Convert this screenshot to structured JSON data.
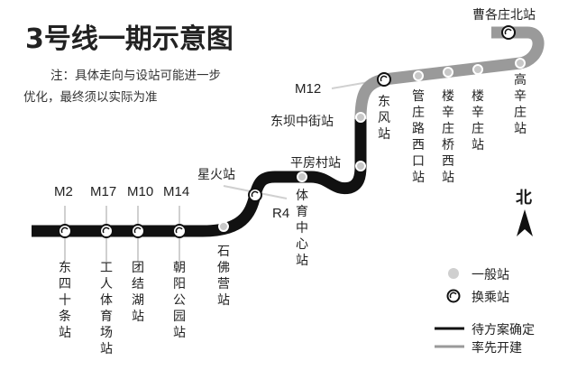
{
  "title": "3号线一期示意图",
  "note": "注：具体走向与设站可能进一步优化，最终须以实际为准",
  "colors": {
    "pending_line": "#111111",
    "first_build_line": "#9a9a9a",
    "normal_station": "#c8c8c8",
    "interchange_station": "#ffffff"
  },
  "stations": [
    {
      "name": "东四十条站",
      "type": "interchange",
      "transfer": "M2"
    },
    {
      "name": "工人体育场站",
      "type": "interchange",
      "transfer": "M17"
    },
    {
      "name": "团结湖站",
      "type": "interchange",
      "transfer": "M10"
    },
    {
      "name": "朝阳公园站",
      "type": "interchange",
      "transfer": "M14"
    },
    {
      "name": "石佛营站",
      "type": "normal"
    },
    {
      "name": "星火站",
      "type": "interchange",
      "transfer": "R4"
    },
    {
      "name": "体育中心站",
      "type": "normal"
    },
    {
      "name": "平房村站",
      "type": "normal"
    },
    {
      "name": "东坝中街站",
      "type": "normal"
    },
    {
      "name": "东风站",
      "type": "interchange",
      "transfer": "M12"
    },
    {
      "name": "管庄路西口站",
      "type": "normal"
    },
    {
      "name": "楼辛庄桥西站",
      "type": "normal"
    },
    {
      "name": "楼辛庄站",
      "type": "normal"
    },
    {
      "name": "高辛庄站",
      "type": "normal"
    },
    {
      "name": "曹各庄北站",
      "type": "interchange"
    }
  ],
  "transfer_lines": [
    "M2",
    "M17",
    "M10",
    "M14",
    "R4",
    "M12"
  ],
  "compass": {
    "label": "北",
    "icon": "north-arrow-icon"
  },
  "legend": [
    {
      "symbol": "normal-station-icon",
      "label": "一般站"
    },
    {
      "symbol": "interchange-station-icon",
      "label": "换乘站"
    },
    {
      "symbol": "black-line-icon",
      "label": "待方案确定"
    },
    {
      "symbol": "gray-line-icon",
      "label": "率先开建"
    }
  ]
}
